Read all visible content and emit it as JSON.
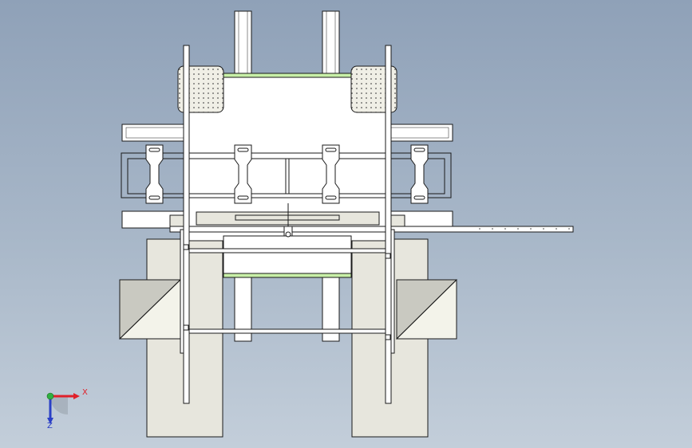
{
  "viewport": {
    "title": "",
    "view": "front",
    "background_top": "#8fa1b8",
    "background_bottom": "#c3ceda"
  },
  "colors": {
    "edge": "#1a1a1a",
    "part_fill": "#ffffff",
    "base_fill": "#e7e6dd",
    "bracket_dark": "#c9c9c1",
    "bracket_light": "#f3f3ea",
    "green_accent": "#c8f0a8",
    "triad_x": "#e0202a",
    "triad_y": "#30b040",
    "triad_z": "#2a3fc6"
  },
  "triad": {
    "x_label": "X",
    "z_label": "Z",
    "x_icon": "axis-x-arrow",
    "y_icon": "axis-y-dot",
    "z_icon": "axis-z-arrow"
  }
}
